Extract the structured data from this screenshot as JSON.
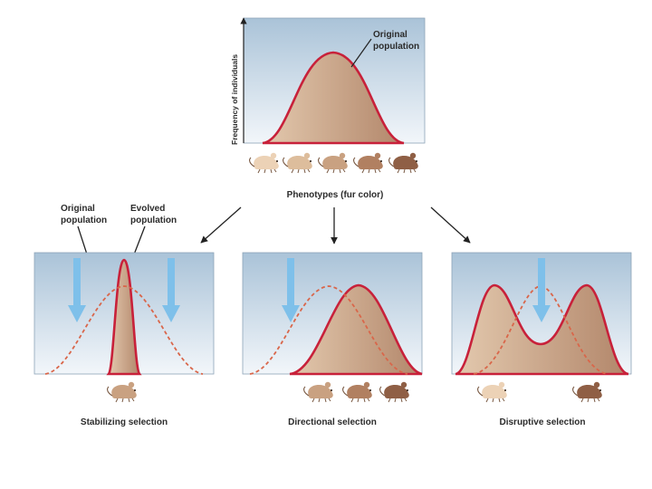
{
  "top": {
    "y_axis_label": "Frequency of individuals",
    "curve_label_line1": "Original",
    "curve_label_line2": "population",
    "x_axis_label": "Phenotypes (fur color)"
  },
  "legend": {
    "original_line1": "Original",
    "original_line2": "population",
    "evolved_line1": "Evolved",
    "evolved_line2": "population"
  },
  "panels": [
    {
      "caption": "Stabilizing selection"
    },
    {
      "caption": "Directional selection"
    },
    {
      "caption": "Disruptive selection"
    }
  ],
  "colors": {
    "panel_top": "#aac3d8",
    "panel_bottom": "#eef3f8",
    "curve_red": "#c8213a",
    "fill_tan": "#c79f80",
    "arrow_blue": "#7ec0ea",
    "mouse_light": "#e6c6a6",
    "mouse_dark": "#8e5e44"
  }
}
